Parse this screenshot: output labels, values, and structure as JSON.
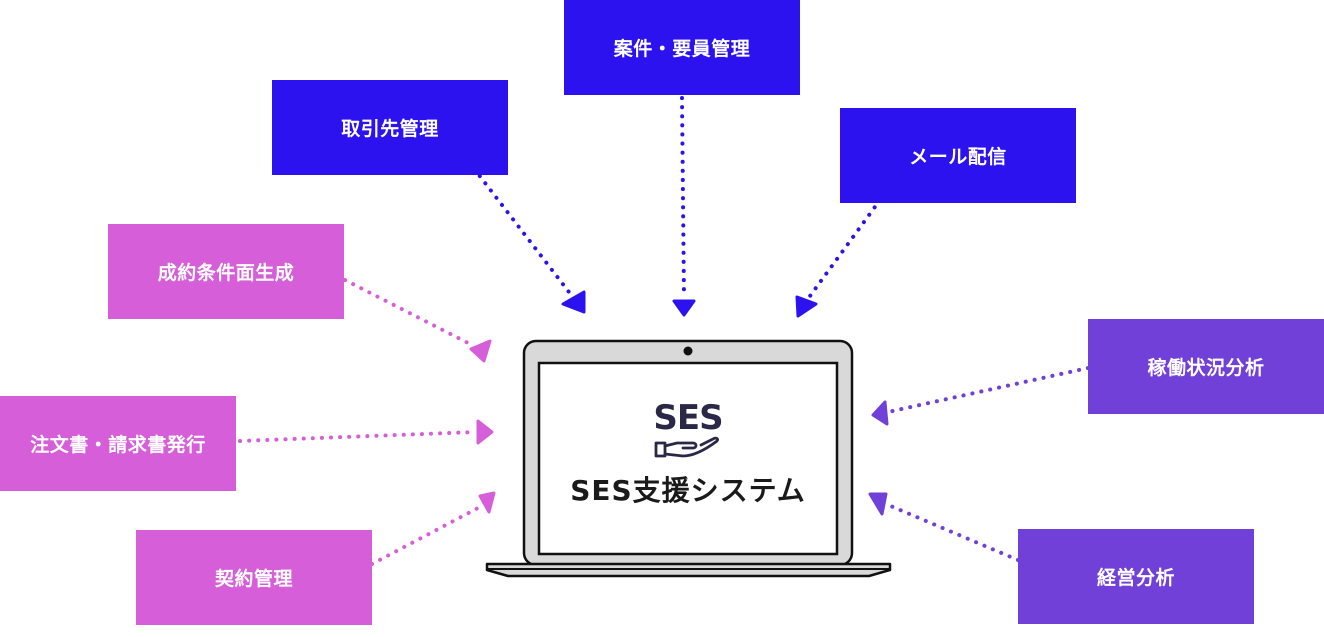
{
  "center": {
    "logo_text": "SES",
    "title": "SES支援システム"
  },
  "features": {
    "top": [
      {
        "label": "取引先管理",
        "color": "#2b12ee"
      },
      {
        "label": "案件・要員管理",
        "color": "#2b12ee"
      },
      {
        "label": "メール配信",
        "color": "#2b12ee"
      }
    ],
    "left": [
      {
        "label": "成約条件面生成",
        "color": "#d65fd9"
      },
      {
        "label": "注文書・請求書発行",
        "color": "#d65fd9"
      },
      {
        "label": "契約管理",
        "color": "#d65fd9"
      }
    ],
    "right": [
      {
        "label": "稼働状況分析",
        "color": "#7140d8"
      },
      {
        "label": "経営分析",
        "color": "#7140d8"
      }
    ]
  }
}
